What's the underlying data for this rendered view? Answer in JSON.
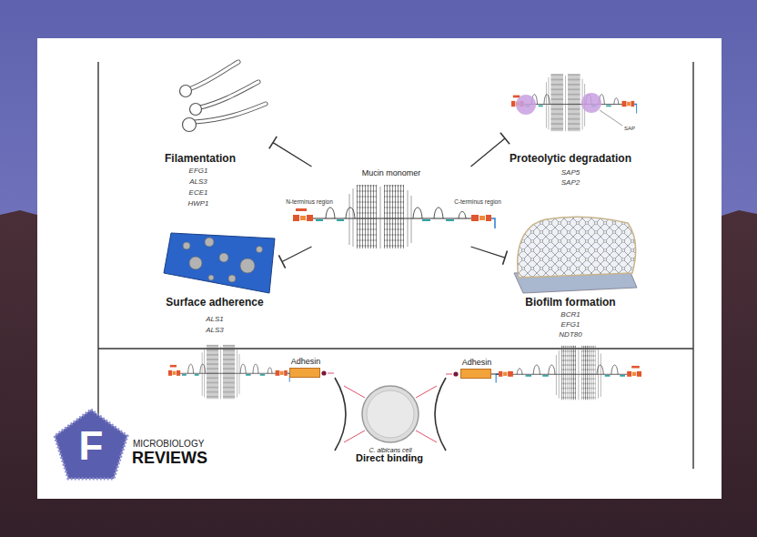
{
  "diagram": {
    "nodes": [
      {
        "text": [
          "Filamentation",
          "EFG1",
          "ALS3",
          "ECE1",
          "HWP1"
        ]
      },
      {
        "text": [
          "Mucin monomer",
          "N-terminus region",
          "C-terminus region"
        ]
      },
      {
        "text": [
          "Proteolytic degradation",
          "SAP5",
          "SAP2"
        ]
      },
      {
        "text": [
          "Surface adherence",
          "ALS1",
          "ALS3"
        ]
      },
      {
        "text": [
          "Biofilm formation",
          "BCR1",
          "EFG1",
          "NDT80"
        ]
      },
      {
        "text": [
          "Adhesin"
        ]
      },
      {
        "text": [
          "C. albicans cell"
        ]
      },
      {
        "text": [
          "Adhesin"
        ]
      }
    ],
    "edges": [
      {
        "from": 1,
        "to": 0,
        "arrow": "to"
      },
      {
        "from": 1,
        "to": 2,
        "arrow": "to"
      },
      {
        "from": 1,
        "to": 3,
        "arrow": "to"
      },
      {
        "from": 1,
        "to": 4,
        "arrow": "to"
      }
    ],
    "labels": [
      "SAP",
      "Direct binding",
      "F",
      "MICROBIOLOGY",
      "REVIEWS"
    ]
  }
}
